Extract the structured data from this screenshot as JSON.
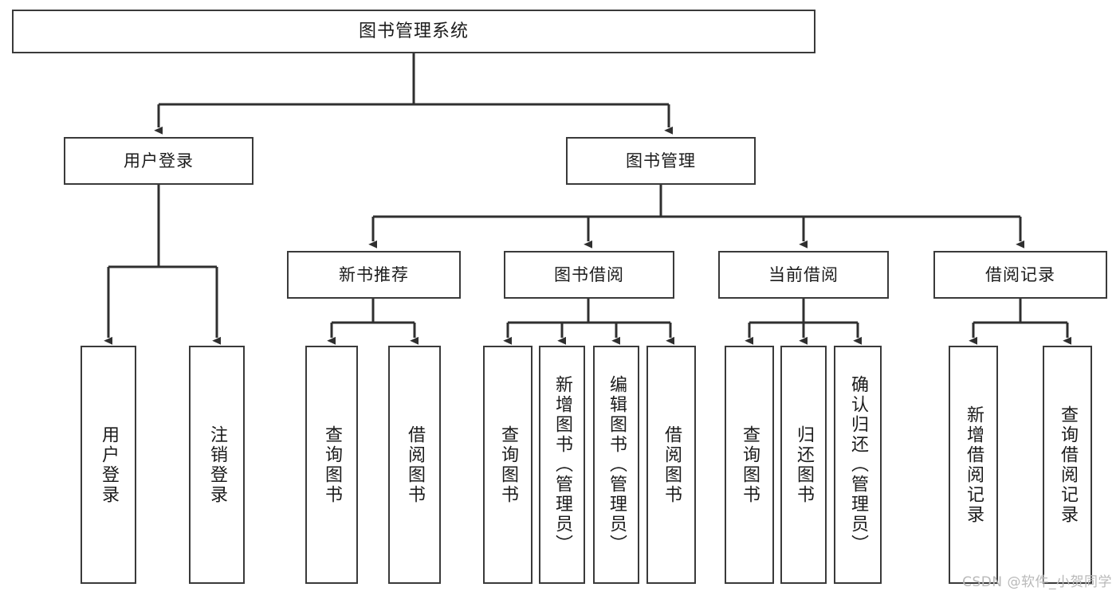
{
  "diagram": {
    "title": "图书管理系统",
    "type": "tree-hierarchy",
    "colors": {
      "box_border": "#3a3a3a",
      "box_fill": "#ffffff",
      "edge": "#2f2f2f",
      "text": "#1b1b1b",
      "watermark": "#b9b9b9",
      "background": "#ffffff"
    },
    "root": {
      "label": "图书管理系统"
    },
    "level2": [
      {
        "label": "用户登录"
      },
      {
        "label": "图书管理"
      }
    ],
    "level3": [
      {
        "label": "新书推荐"
      },
      {
        "label": "图书借阅"
      },
      {
        "label": "当前借阅"
      },
      {
        "label": "借阅记录"
      }
    ],
    "leaves": {
      "user_login": [
        {
          "label": "用户登录"
        },
        {
          "label": "注销登录"
        }
      ],
      "new_book_recommend": [
        {
          "label": "查询图书"
        },
        {
          "label": "借阅图书"
        }
      ],
      "book_borrow": [
        {
          "label": "查询图书"
        },
        {
          "label": "新增图书（管理员）"
        },
        {
          "label": "编辑图书（管理员）"
        },
        {
          "label": "借阅图书"
        }
      ],
      "current_borrow": [
        {
          "label": "查询图书"
        },
        {
          "label": "归还图书"
        },
        {
          "label": "确认归还（管理员）"
        }
      ],
      "borrow_record": [
        {
          "label": "新增借阅记录"
        },
        {
          "label": "查询借阅记录"
        }
      ]
    }
  },
  "watermark": {
    "text": "CSDN @软件_小贺同学"
  }
}
